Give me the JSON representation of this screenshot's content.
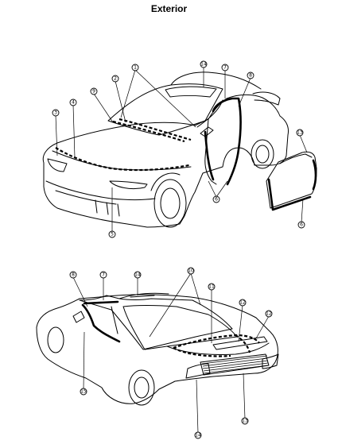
{
  "title": "Exterior",
  "callouts": [
    "1",
    "2",
    "3",
    "4",
    "5",
    "6",
    "7",
    "8",
    "9",
    "10",
    "11",
    "12",
    "13",
    "14",
    "15"
  ],
  "views": [
    {
      "name": "front three-quarter view"
    },
    {
      "name": "rear three-quarter view"
    }
  ]
}
